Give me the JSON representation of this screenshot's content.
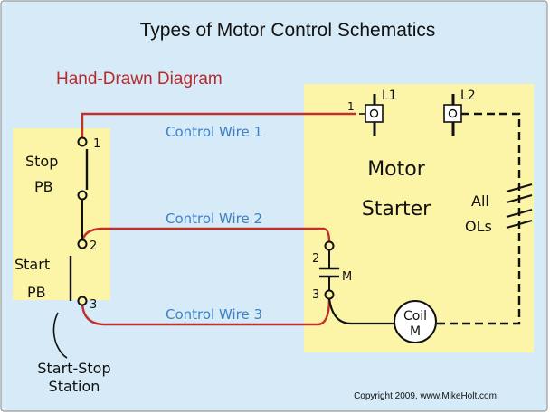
{
  "title": "Types of Motor Control Schematics",
  "subtitle": "Hand-Drawn Diagram",
  "copyright": "Copyright 2009, www.MikeHolt.com",
  "wires": {
    "wire1": "Control Wire 1",
    "wire2": "Control Wire 2",
    "wire3": "Control Wire 3"
  },
  "station": {
    "stop_line1": "Stop",
    "stop_line2": "PB",
    "start_line1": "Start",
    "start_line2": "PB",
    "caption_line1": "Start-Stop",
    "caption_line2": "Station",
    "terminal1": "1",
    "terminal2": "2",
    "terminal3": "3"
  },
  "starter": {
    "label_line1": "Motor",
    "label_line2": "Starter",
    "ols_line1": "All",
    "ols_line2": "OLs",
    "l1": "L1",
    "l2": "L2",
    "l1_terminal": "1",
    "contact_top": "2",
    "contact_bottom": "3",
    "contact_label": "M",
    "coil_line1": "Coil",
    "coil_line2": "M"
  },
  "colors": {
    "background": "#d6ebf7",
    "panel": "#fcf4a6",
    "wire": "#c0302c",
    "wire_label": "#3d82c4",
    "subtitle": "#b72a2a",
    "ink": "#111111"
  }
}
